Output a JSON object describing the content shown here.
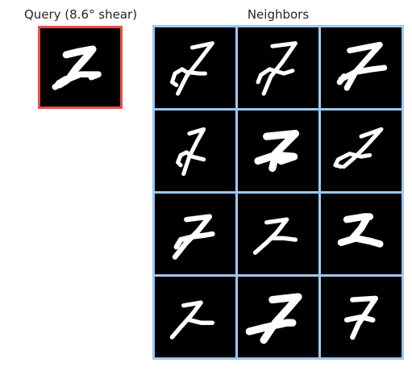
{
  "query": {
    "title": "Query (8.6° shear)",
    "digit_label": "7"
  },
  "neighbors": {
    "title": "Neighbors",
    "rows": 4,
    "cols": 3,
    "digit_labels": [
      "7",
      "7",
      "7",
      "7",
      "7",
      "7",
      "7",
      "7",
      "7",
      "7",
      "7",
      "7"
    ]
  },
  "colors": {
    "query_border": "#e8504a",
    "neighbors_border": "#9ec8ef",
    "image_background": "#000000",
    "stroke": "#ffffff"
  }
}
